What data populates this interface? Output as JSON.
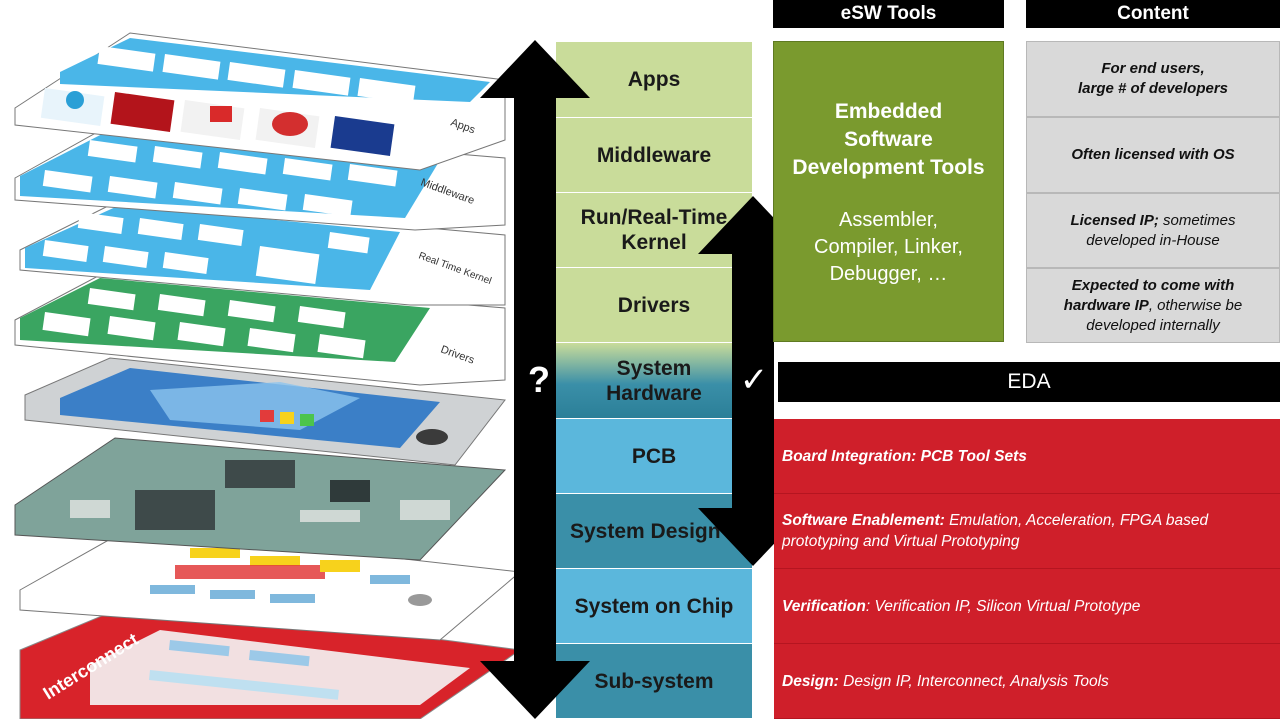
{
  "stack_layers": {
    "apps": "Apps",
    "middleware": "Middleware",
    "kernel_line1": "Run/Real-Time",
    "kernel_line2": "Kernel",
    "drivers": "Drivers",
    "system_hw_line1": "System",
    "system_hw_line2": "Hardware",
    "pcb": "PCB",
    "system_design": "System Design",
    "soc": "System on Chip",
    "subsystem": "Sub-system"
  },
  "headers": {
    "esw": "eSW Tools",
    "content": "Content",
    "eda": "EDA"
  },
  "esw_box": {
    "title_line1": "Embedded",
    "title_line2": "Software",
    "title_line3": "Development Tools",
    "items_line1": "Assembler,",
    "items_line2": "Compiler, Linker,",
    "items_line3": "Debugger, …"
  },
  "content_cells": {
    "c1_line1": "For end users,",
    "c1_line2": "large # of developers",
    "c2": "Often licensed with OS",
    "c3_bold": "Licensed IP;",
    "c3_rest": " sometimes developed in-House",
    "c4_bold": "Expected to come with hardware IP",
    "c4_rest": ", otherwise be developed internally"
  },
  "eda_rows": {
    "r1_bold": "Board Integration: PCB Tool Sets",
    "r2_bold": "Software Enablement:",
    "r2_rest": " Emulation, Acceleration, FPGA based prototyping and Virtual Prototyping",
    "r3_bold": "Verification",
    "r3_rest": ": Verification IP, Silicon Virtual Prototype",
    "r4_bold": "Design:",
    "r4_rest": " Design IP, Interconnect, Analysis Tools"
  },
  "marks": {
    "question": "?",
    "check": "✓"
  },
  "illustration_labels": {
    "apps": "Apps",
    "middleware": "Middleware",
    "kernel": "Real Time Kernel",
    "drivers": "Drivers",
    "interconnect": "Interconnect"
  },
  "colors": {
    "software_layer": "#c9dc9a",
    "hardware_layer": "#5bb7dc",
    "esw_green": "#7a9a2e",
    "eda_red": "#cf1f2a",
    "content_gray": "#d9d9d9"
  }
}
